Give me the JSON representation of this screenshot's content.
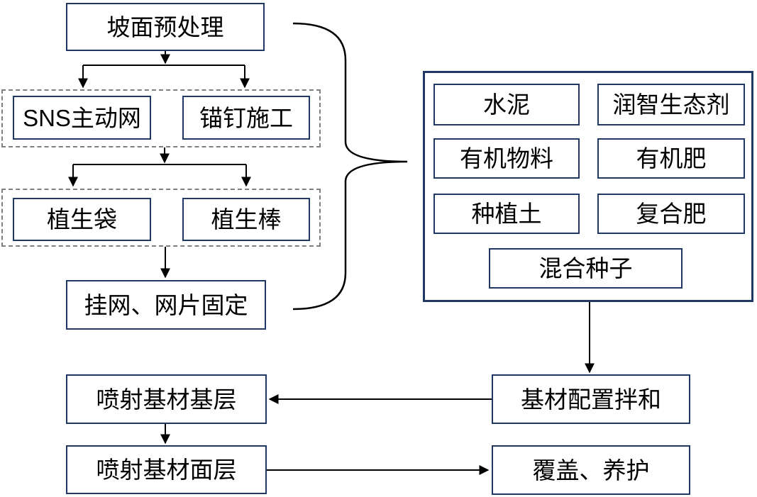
{
  "diagram": {
    "type": "flowchart",
    "language": "zh-CN",
    "colors": {
      "background": "#ffffff",
      "node_border": "#1f3864",
      "group_border": "#7f7f7f",
      "connector": "#000000",
      "text": "#000000"
    },
    "nodes": {
      "slope_pretreatment": "坡面预处理",
      "sns_active_net": "SNS主动网",
      "anchor_nail": "锚钉施工",
      "vegetation_bag": "植生袋",
      "vegetation_rod": "植生棒",
      "hang_net_fix": "挂网、网片固定",
      "cement": "水泥",
      "runzhi_eco_agent": "润智生态剂",
      "organic_material": "有机物料",
      "organic_fertilizer": "有机肥",
      "planting_soil": "种植土",
      "compound_fertilizer": "复合肥",
      "mixed_seeds": "混合种子",
      "substrate_mixing": "基材配置拌和",
      "spray_base_layer": "喷射基材基层",
      "spray_surface_layer": "喷射基材面层",
      "cover_maintain": "覆盖、养护"
    },
    "groups": [
      {
        "name": "net-construction-group",
        "style": "dashed",
        "members": [
          "SNS主动网",
          "锚钉施工"
        ]
      },
      {
        "name": "vegetation-group",
        "style": "dashed",
        "members": [
          "植生袋",
          "植生棒"
        ]
      },
      {
        "name": "materials-group",
        "style": "solid",
        "members": [
          "水泥",
          "润智生态剂",
          "有机物料",
          "有机肥",
          "种植土",
          "复合肥",
          "混合种子"
        ]
      }
    ],
    "edges": [
      {
        "from": "坡面预处理",
        "to": "SNS主动网"
      },
      {
        "from": "坡面预处理",
        "to": "锚钉施工"
      },
      {
        "from": "net-construction-group",
        "to": "植生袋"
      },
      {
        "from": "net-construction-group",
        "to": "植生棒"
      },
      {
        "from": "vegetation-group",
        "to": "挂网、网片固定"
      },
      {
        "from": "materials-group",
        "to": "基材配置拌和"
      },
      {
        "from": "基材配置拌和",
        "to": "喷射基材基层"
      },
      {
        "from": "喷射基材基层",
        "to": "喷射基材面层"
      },
      {
        "from": "喷射基材面层",
        "to": "覆盖、养护"
      },
      {
        "type": "curly-brace",
        "from": "left-process-flow",
        "to": "materials-group"
      }
    ]
  }
}
